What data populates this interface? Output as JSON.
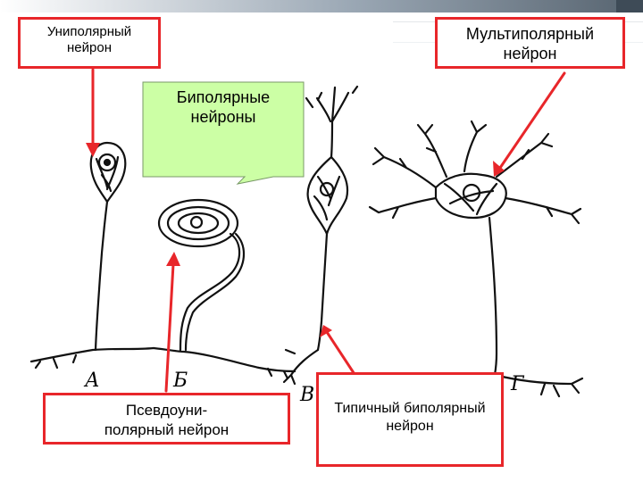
{
  "labels": {
    "unipolar": "Униполярный\nнейрон",
    "multipolar": "Мультиполярный\nнейрон",
    "bipolar_callout": "Биполярные\nнейроны",
    "pseudounipolar": "Псевдоуни-\nполярный нейрон",
    "typical_bipolar": "Типичный биполярный\nнейрон"
  },
  "letters": {
    "a": "А",
    "b": "Б",
    "v": "В",
    "g": "Г"
  },
  "colors": {
    "accent_red": "#e8262a",
    "callout_fill": "#ccffa5",
    "ink": "#111111"
  }
}
